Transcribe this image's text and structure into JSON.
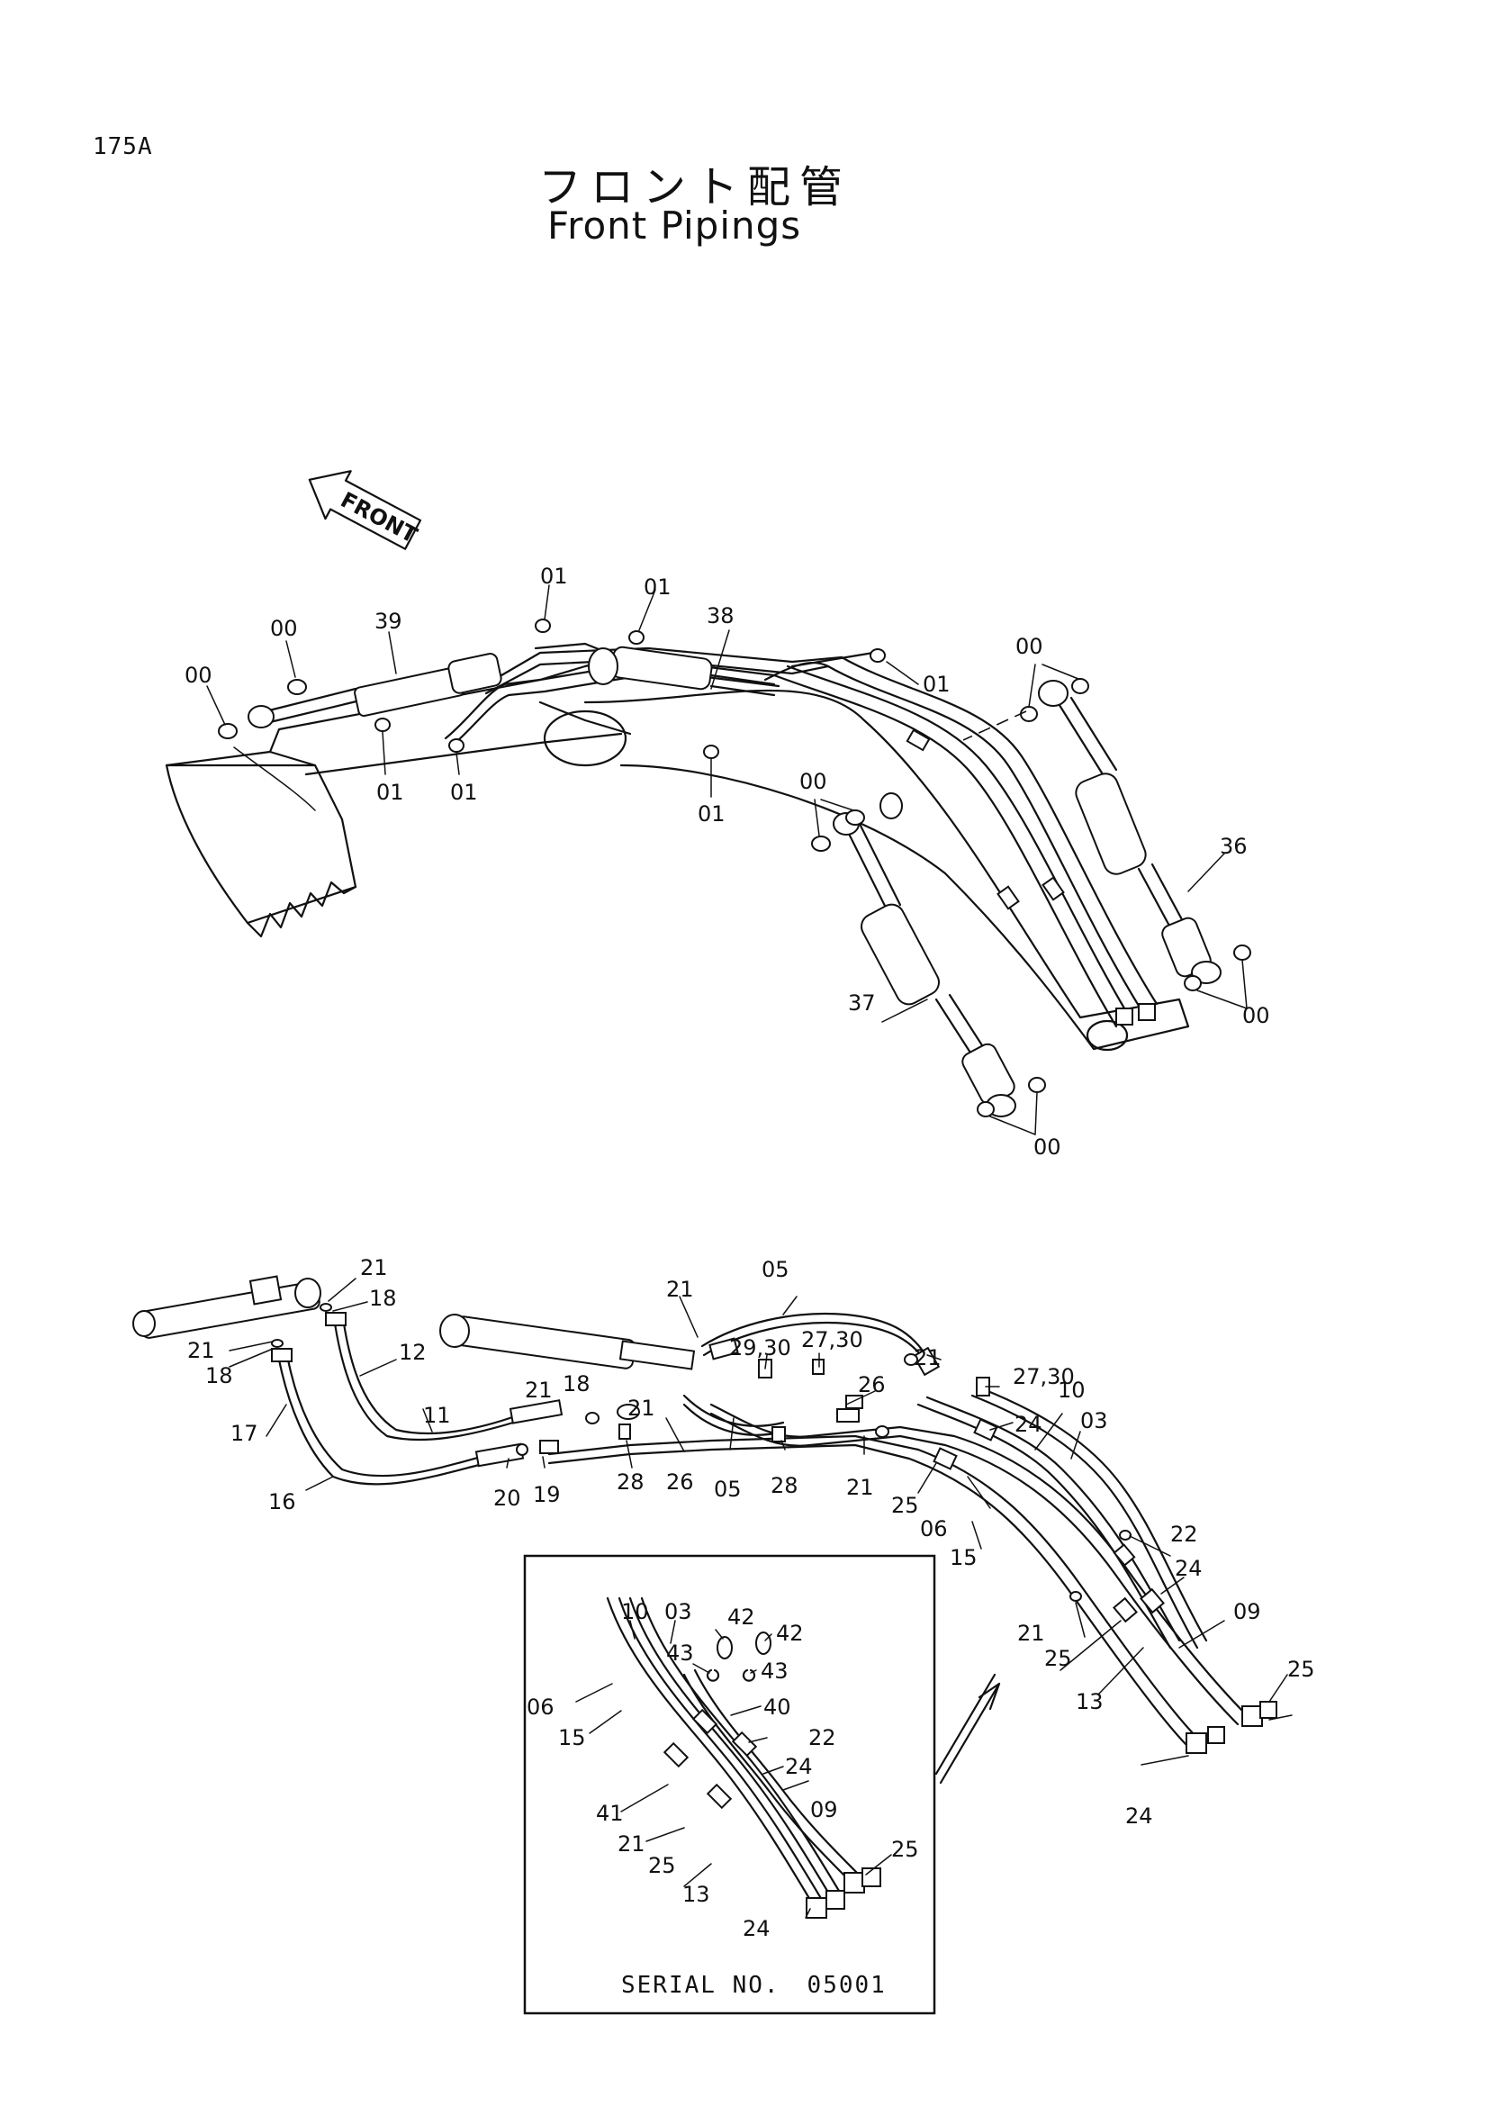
{
  "header": {
    "page_number": "175A",
    "title_jp": "フロント配管",
    "title_en": "Front Pipings"
  },
  "top_view": {
    "direction_label": "FRONT",
    "callouts": {
      "c01a": "01",
      "c01b": "01",
      "c01c": "01",
      "c01d": "01",
      "c01e": "01",
      "c01f": "01",
      "c00a": "00",
      "c00b": "00",
      "c00c": "00",
      "c00d": "00",
      "c00e": "00",
      "c00f": "00",
      "c36": "36",
      "c37": "37",
      "c38": "38",
      "c39": "39"
    }
  },
  "bottom_view": {
    "callouts": {
      "c05a": "05",
      "c05b": "05",
      "c21a": "21",
      "c21b": "21",
      "c21c": "21",
      "c21d": "21",
      "c21e": "21",
      "c21f": "21",
      "c21g": "21",
      "c18a": "18",
      "c18b": "18",
      "c18c": "18",
      "c12": "12",
      "c11": "11",
      "c17": "17",
      "c16": "16",
      "c20": "20",
      "c19": "19",
      "c28a": "28",
      "c28b": "28",
      "c26a": "26",
      "c26b": "26",
      "c2930": "29,30",
      "c2730a": "27,30",
      "c2730b": "27,30",
      "c24a": "24",
      "c24b": "24",
      "c24c": "24",
      "c10": "10",
      "c03": "03",
      "c25a": "25",
      "c25b": "25",
      "c25c": "25",
      "c06": "06",
      "c15": "15",
      "c22": "22",
      "c09": "09",
      "c13": "13"
    }
  },
  "inset": {
    "serial_label": "SERIAL  NO.",
    "serial_value": "05001",
    "callouts": {
      "i10": "10",
      "i03": "03",
      "i42a": "42",
      "i42b": "42",
      "i43a": "43",
      "i43b": "43",
      "i06": "06",
      "i15": "15",
      "i40": "40",
      "i22": "22",
      "i41": "41",
      "i24a": "24",
      "i21": "21",
      "i09": "09",
      "i25a": "25",
      "i25b": "25",
      "i13": "13",
      "i24b": "24"
    }
  }
}
